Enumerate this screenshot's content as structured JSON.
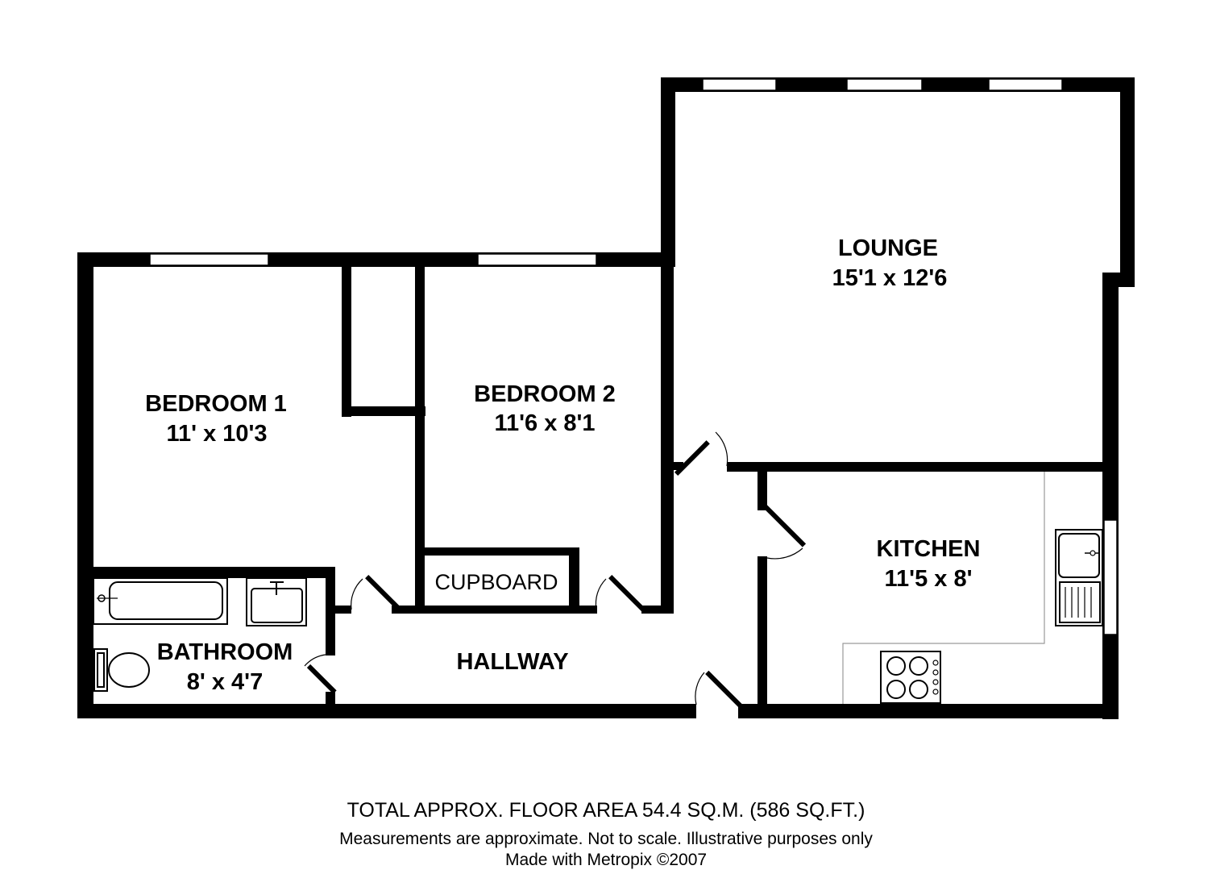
{
  "rooms": {
    "lounge": {
      "name": "LOUNGE",
      "dims": "15'1 x 12'6"
    },
    "bedroom1": {
      "name": "BEDROOM 1",
      "dims": "11' x 10'3"
    },
    "bedroom2": {
      "name": "BEDROOM 2",
      "dims": "11'6 x 8'1"
    },
    "kitchen": {
      "name": "KITCHEN",
      "dims": "11'5 x 8'"
    },
    "bathroom": {
      "name": "BATHROOM",
      "dims": "8' x 4'7"
    },
    "cupboard": {
      "name": "CUPBOARD"
    },
    "hallway": {
      "name": "HALLWAY"
    }
  },
  "footer": {
    "total_area": "TOTAL APPROX. FLOOR AREA 54.4 SQ.M. (586 SQ.FT.)",
    "disclaimer": "Measurements are approximate.  Not to scale.  Illustrative purposes only",
    "credit": "Made with Metropix ©2007"
  }
}
